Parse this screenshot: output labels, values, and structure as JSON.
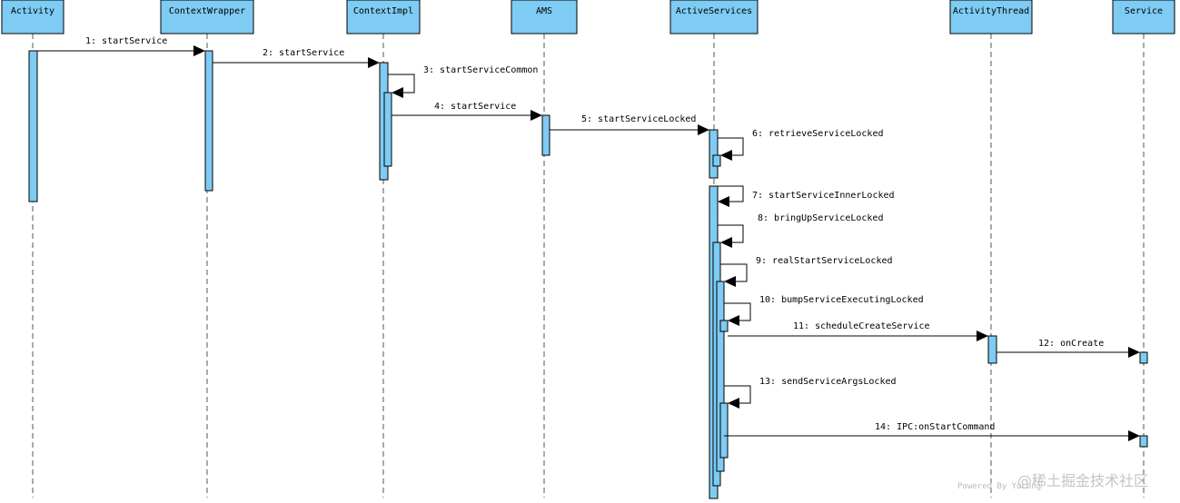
{
  "participants": [
    {
      "id": "activity",
      "label": "Activity"
    },
    {
      "id": "contextwrapper",
      "label": "ContextWrapper"
    },
    {
      "id": "contextimpl",
      "label": "ContextImpl"
    },
    {
      "id": "ams",
      "label": "AMS"
    },
    {
      "id": "activeservices",
      "label": "ActiveServices"
    },
    {
      "id": "activitythread",
      "label": "ActivityThread"
    },
    {
      "id": "service",
      "label": "Service"
    }
  ],
  "messages": [
    {
      "n": 1,
      "label": "1: startService",
      "from": "activity",
      "to": "contextwrapper"
    },
    {
      "n": 2,
      "label": "2: startService",
      "from": "contextwrapper",
      "to": "contextimpl"
    },
    {
      "n": 3,
      "label": "3: startServiceCommon",
      "from": "contextimpl",
      "to": "contextimpl"
    },
    {
      "n": 4,
      "label": "4: startService",
      "from": "contextimpl",
      "to": "ams"
    },
    {
      "n": 5,
      "label": "5: startServiceLocked",
      "from": "ams",
      "to": "activeservices"
    },
    {
      "n": 6,
      "label": "6: retrieveServiceLocked",
      "from": "activeservices",
      "to": "activeservices"
    },
    {
      "n": 7,
      "label": "7: startServiceInnerLocked",
      "from": "activeservices",
      "to": "activeservices"
    },
    {
      "n": 8,
      "label": "8: bringUpServiceLocked",
      "from": "activeservices",
      "to": "activeservices"
    },
    {
      "n": 9,
      "label": "9: realStartServiceLocked",
      "from": "activeservices",
      "to": "activeservices"
    },
    {
      "n": 10,
      "label": "10: bumpServiceExecutingLocked",
      "from": "activeservices",
      "to": "activeservices"
    },
    {
      "n": 11,
      "label": "11: scheduleCreateService",
      "from": "activeservices",
      "to": "activitythread"
    },
    {
      "n": 12,
      "label": "12: onCreate",
      "from": "activitythread",
      "to": "service"
    },
    {
      "n": 13,
      "label": "13: sendServiceArgsLocked",
      "from": "activeservices",
      "to": "activeservices"
    },
    {
      "n": 14,
      "label": "14: IPC:onStartCommand",
      "from": "activeservices",
      "to": "service"
    }
  ],
  "watermark": {
    "powered": "Powered By YuLong",
    "brand": "@稀土掘金技术社区"
  }
}
